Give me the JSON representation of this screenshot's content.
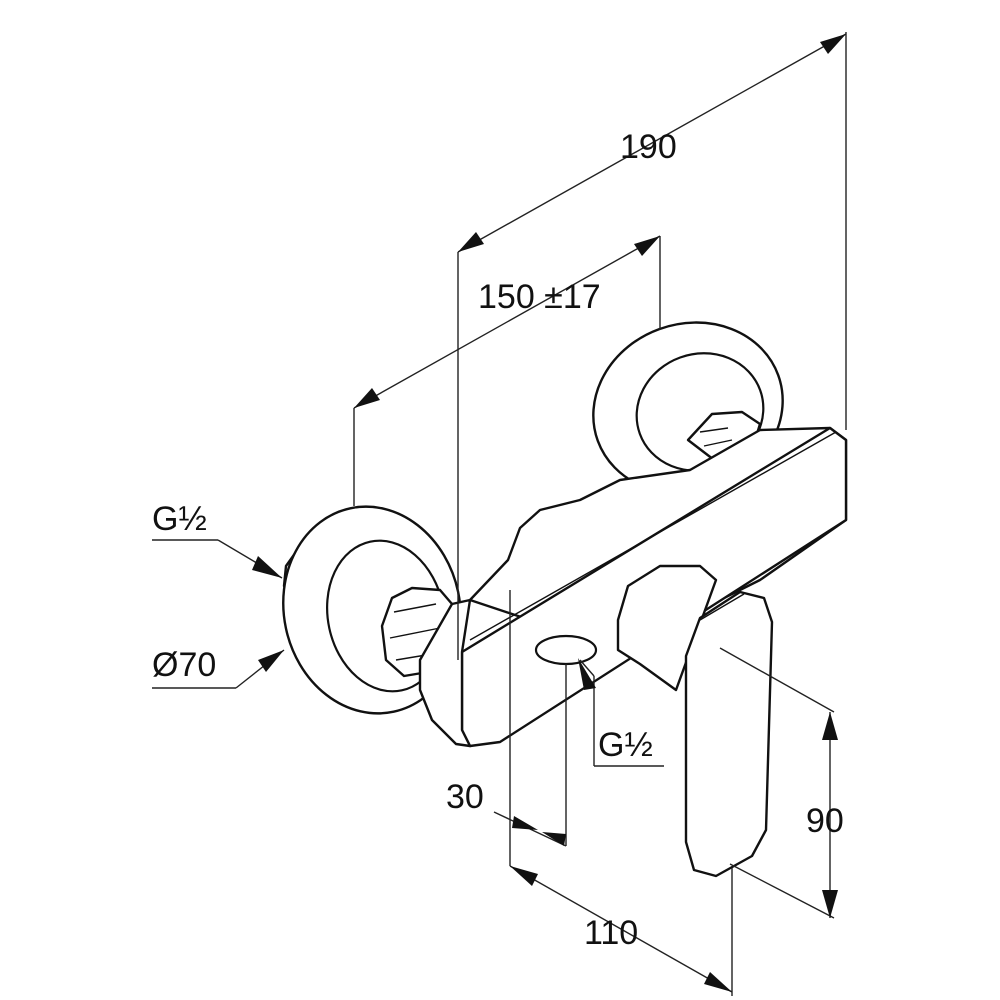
{
  "dimensions": {
    "overall_depth": "190",
    "center_distance": "150 ±17",
    "connection_left": "G½",
    "rosette_diameter": "Ø70",
    "outlet_connection": "G½",
    "outlet_offset": "30",
    "body_depth": "110",
    "lever_height": "90"
  },
  "colors": {
    "line": "#111111",
    "background": "#ffffff"
  }
}
